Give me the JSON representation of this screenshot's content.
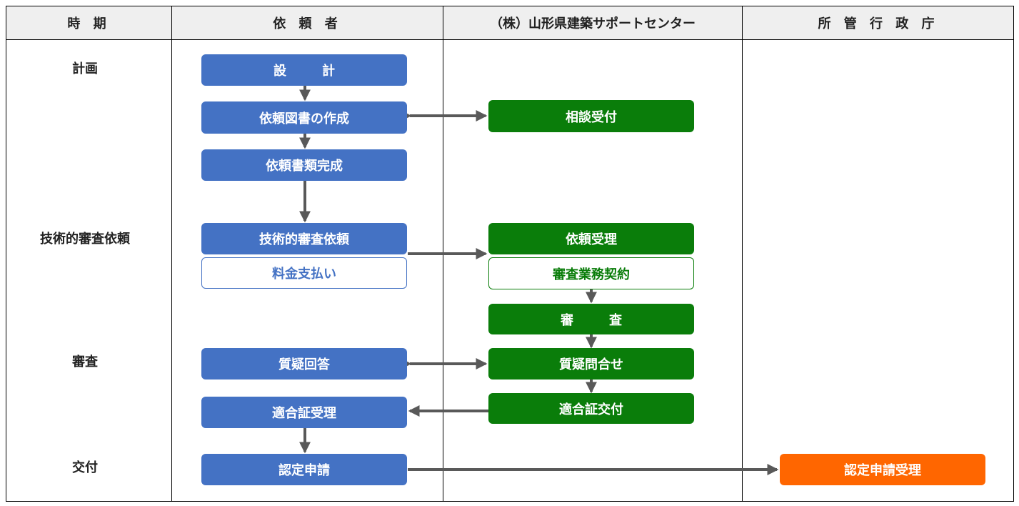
{
  "headers": {
    "period": "時 期",
    "requester": "依 頼 者",
    "center": "（株）山形県建築サポートセンター",
    "authority": "所 管 行 政 庁"
  },
  "phases": {
    "plan": "計画",
    "tech_request": "技術的審査依頼",
    "review": "審査",
    "issue": "交付"
  },
  "requester": {
    "design": "設　計",
    "create_docs": "依頼図書の作成",
    "docs_complete": "依頼書類完成",
    "tech_request": "技術的審査依頼",
    "payment": "料金支払い",
    "answer": "質疑回答",
    "receive_cert": "適合証受理",
    "apply": "認定申請"
  },
  "center": {
    "consult": "相談受付",
    "accept": "依頼受理",
    "contract": "審査業務契約",
    "review": "審　査",
    "inquiry": "質疑問合せ",
    "issue_cert": "適合証交付"
  },
  "authority": {
    "accept_apply": "認定申請受理"
  },
  "colors": {
    "requester": "#4472c4",
    "center": "#0a7d0a",
    "authority": "#ff6600",
    "arrow": "#595959",
    "header_bg": "#efefef"
  }
}
